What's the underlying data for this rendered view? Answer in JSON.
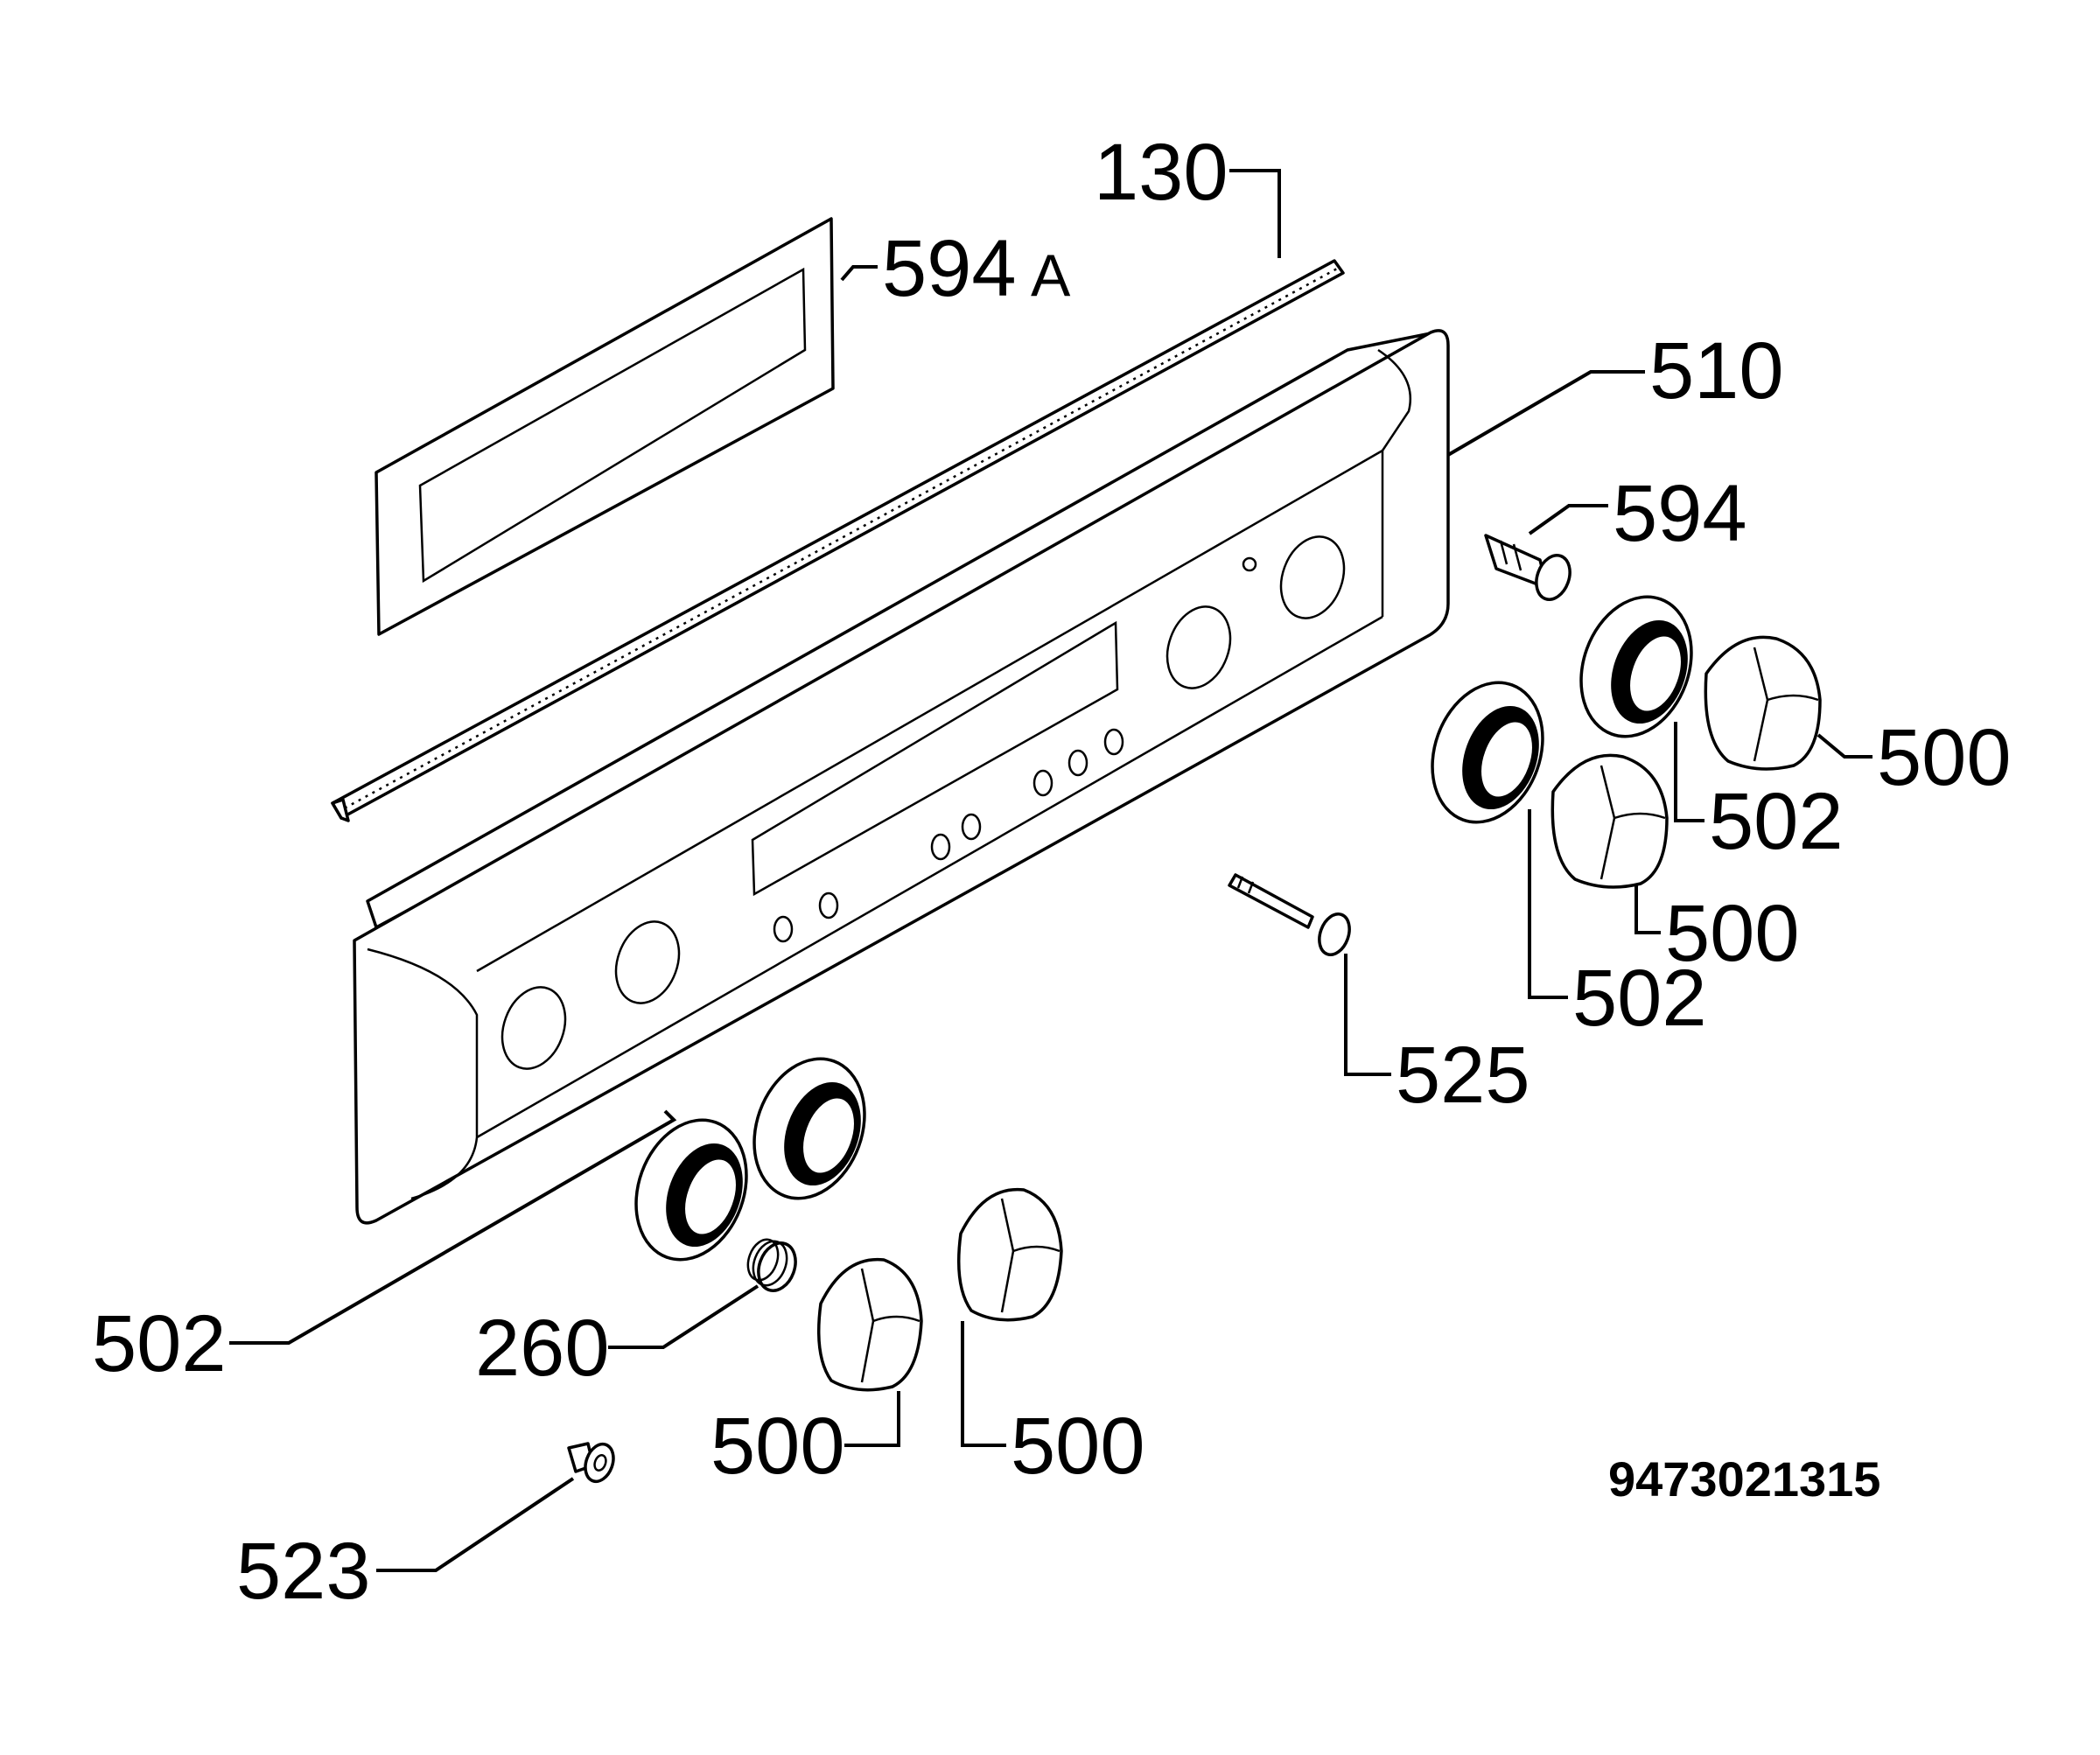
{
  "callouts": [
    {
      "id": "c130",
      "number": "130"
    },
    {
      "id": "c594a",
      "number": "594",
      "suffix": "A"
    },
    {
      "id": "c510",
      "number": "510"
    },
    {
      "id": "c594",
      "number": "594"
    },
    {
      "id": "c500-r1",
      "number": "500"
    },
    {
      "id": "c502-r1",
      "number": "502"
    },
    {
      "id": "c500-r2",
      "number": "500"
    },
    {
      "id": "c502-r2",
      "number": "502"
    },
    {
      "id": "c525",
      "number": "525"
    },
    {
      "id": "c502-l",
      "number": "502"
    },
    {
      "id": "c260",
      "number": "260"
    },
    {
      "id": "c500-l1",
      "number": "500"
    },
    {
      "id": "c500-l2",
      "number": "500"
    },
    {
      "id": "c523",
      "number": "523"
    }
  ],
  "document_number": "9473021315"
}
